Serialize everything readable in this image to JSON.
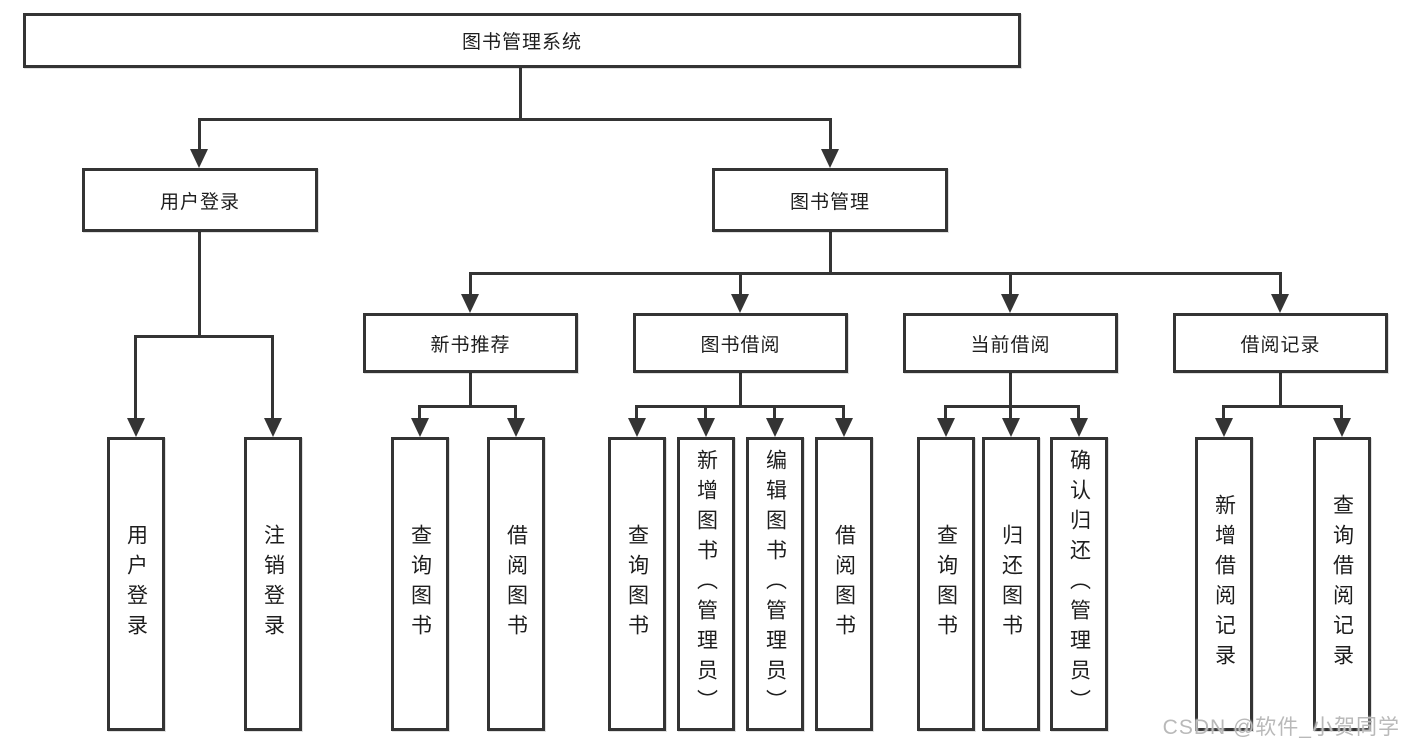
{
  "diagram": {
    "root": "图书管理系统",
    "level2": {
      "user_login": "用户登录",
      "book_management": "图书管理"
    },
    "level3": {
      "new_book_recommend": "新书推荐",
      "book_borrowing": "图书借阅",
      "current_borrowing": "当前借阅",
      "borrowing_records": "借阅记录"
    },
    "user_login_children": [
      "用户登录",
      "注销登录"
    ],
    "new_book_children": [
      "查询图书",
      "借阅图书"
    ],
    "book_borrowing_children": [
      "查询图书",
      "新增图书（管理员）",
      "编辑图书（管理员）",
      "借阅图书"
    ],
    "current_borrowing_children": [
      "查询图书",
      "归还图书",
      "确认归还（管理员）"
    ],
    "borrowing_records_children": [
      "新增借阅记录",
      "查询借阅记录"
    ]
  },
  "watermark": "CSDN @软件_小贺同学",
  "colors": {
    "line": "#343434",
    "box_border": "#343434",
    "text": "#1e1e1e",
    "watermark": "#b9b9b9",
    "background": "#ffffff"
  }
}
